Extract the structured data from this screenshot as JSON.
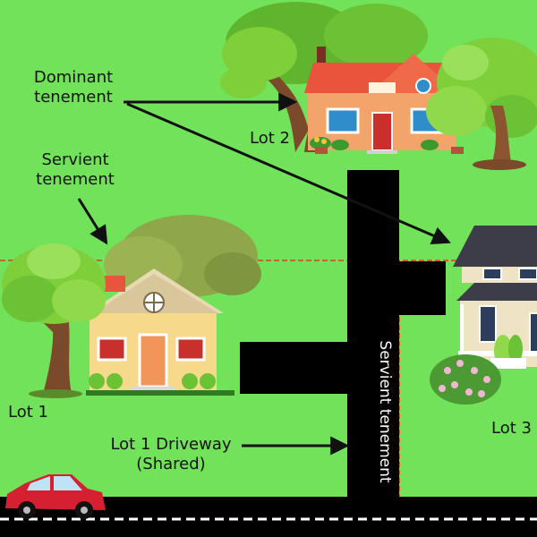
{
  "labels": {
    "dominant": [
      "Dominant",
      "tenement"
    ],
    "servient": [
      "Servient",
      "tenement"
    ],
    "lot1": "Lot 1",
    "lot2": "Lot 2",
    "lot3": "Lot 3",
    "driveway": [
      "Lot 1 Driveway",
      "(Shared)"
    ],
    "servient_vertical": "Servient tenement"
  },
  "colors": {
    "grass": "#72e25a",
    "road": "#000000",
    "road_marking": "#ffffff",
    "property_line": "#e03a2a",
    "car": "#d42030",
    "house_lot1_wall": "#f7d98c",
    "house_lot1_roof": "#e8d9b5",
    "house_lot2_wall": "#f2a46a",
    "house_lot2_roof": "#e8553c",
    "house_lot3_wall": "#efe3c6",
    "house_lot3_roof": "#3d3d4a",
    "tree_leaves": "#7ecf3a",
    "tree_trunk": "#7a4a2a"
  },
  "icons": [
    "house-lot1-icon",
    "house-lot2-icon",
    "house-lot3-icon",
    "tree-icon",
    "car-icon",
    "arrow-icon"
  ]
}
